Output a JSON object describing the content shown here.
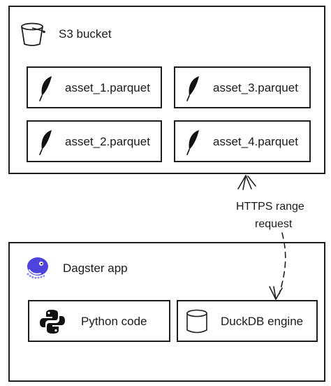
{
  "s3": {
    "title": "S3 bucket",
    "icon": "bucket-icon",
    "assets": [
      {
        "label": "asset_1.parquet",
        "icon": "feather-icon"
      },
      {
        "label": "asset_3.parquet",
        "icon": "feather-icon"
      },
      {
        "label": "asset_2.parquet",
        "icon": "feather-icon"
      },
      {
        "label": "asset_4.parquet",
        "icon": "feather-icon"
      }
    ]
  },
  "app": {
    "title": "Dagster app",
    "icon": "dagster-octopus-icon",
    "components": [
      {
        "label": "Python code",
        "icon": "python-logo-icon"
      },
      {
        "label": "DuckDB engine",
        "icon": "database-cylinder-icon"
      }
    ]
  },
  "edge": {
    "label_line1": "HTTPS range",
    "label_line2": "request",
    "style": "dashed-arrow"
  },
  "colors": {
    "stroke": "#1e1e1e",
    "dagster_purple": "#4f43dd"
  }
}
